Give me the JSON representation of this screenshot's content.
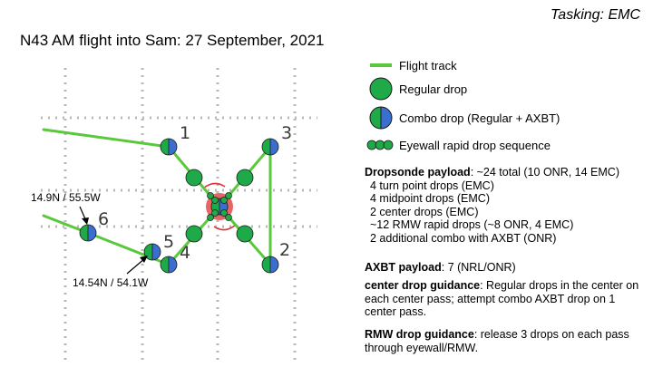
{
  "header": {
    "tasking": "Tasking: EMC",
    "title": "N43 AM flight into Sam: 27 September, 2021"
  },
  "legend": {
    "items": [
      {
        "symbol": "flight-track",
        "label": "Flight track"
      },
      {
        "symbol": "regular-drop",
        "label": "Regular drop"
      },
      {
        "symbol": "combo-drop",
        "label": "Combo drop (Regular + AXBT)"
      },
      {
        "symbol": "rapid-sequence",
        "label": "Eyewall rapid drop sequence"
      }
    ]
  },
  "payload": {
    "dropsonde_heading": "Dropsonde payload",
    "dropsonde_summary": ": ~24 total (10 ONR, 14 EMC)",
    "lines": [
      "4 turn point drops (EMC)",
      "4 midpoint drops (EMC)",
      "2 center drops (EMC)",
      "~12 RMW rapid drops (~8 ONR, 4 EMC)",
      "2 additional combo with AXBT (ONR)"
    ],
    "axbt_heading": "AXBT payload",
    "axbt_text": ": 7 (NRL/ONR)",
    "center_heading": "center drop guidance",
    "center_text": ": Regular drops in the center on each center pass; attempt combo AXBT drop on 1 center pass.",
    "rmw_heading": "RMW drop guidance",
    "rmw_text": ": release 3 drops on each pass through eyewall/RMW."
  },
  "map": {
    "turn_labels": [
      "1",
      "2",
      "3",
      "4",
      "5",
      "6"
    ],
    "coord_6": "14.9N / 55.5W",
    "coord_5": "14.54N / 54.1W"
  },
  "colors": {
    "track": "#5ac83c",
    "drop_green": "#1faa4a",
    "drop_blue": "#3a6fd0",
    "storm_red": "#e03030"
  }
}
